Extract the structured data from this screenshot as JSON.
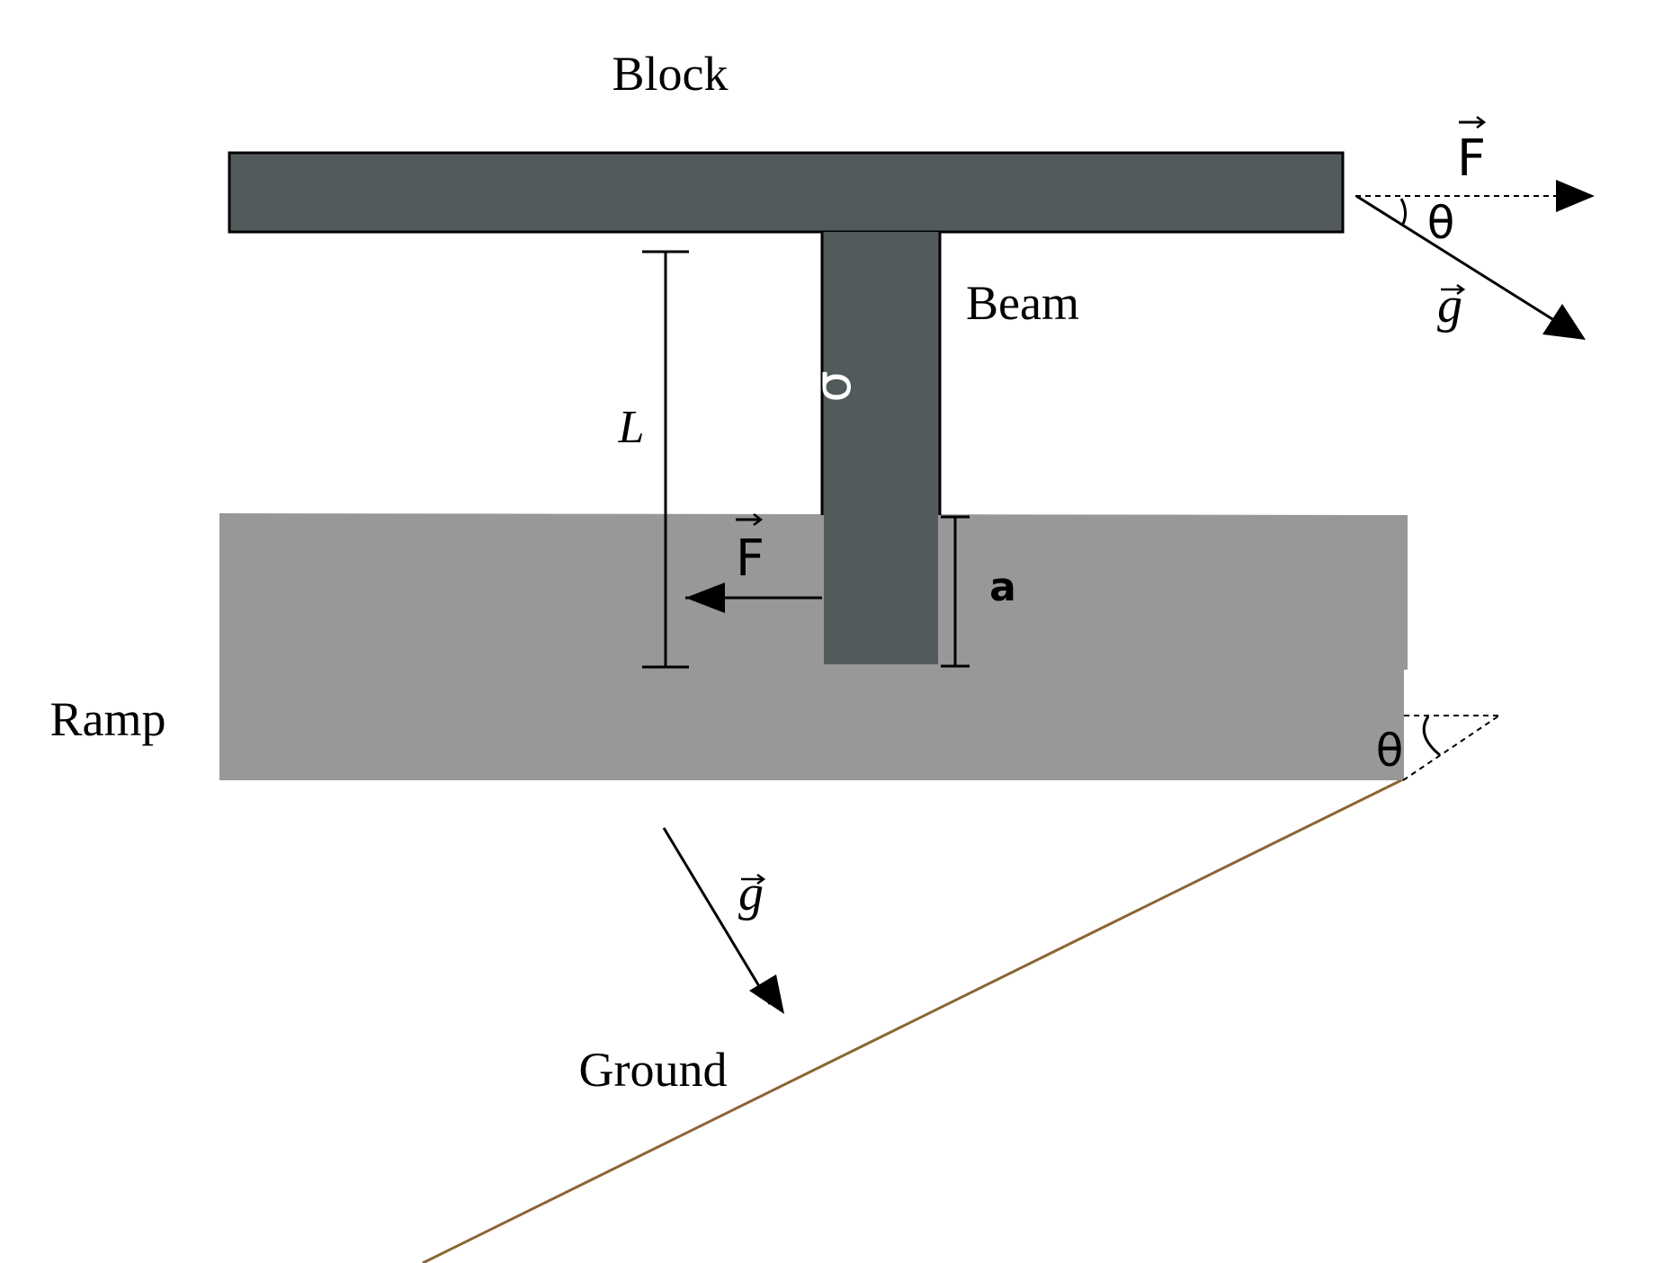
{
  "labels": {
    "block": "Block",
    "beam": "Beam",
    "ramp": "Ramp",
    "ground": "Ground",
    "length": "L",
    "depth": "a",
    "stress": "σ",
    "force": "F",
    "gravity": "g",
    "angle": "θ"
  },
  "colors": {
    "block": "#535a5c",
    "beam": "#535a5c",
    "ramp": "#989898",
    "ground_line": "#8b6534",
    "stroke": "#000000",
    "stress_symbol": "#ffffff"
  }
}
